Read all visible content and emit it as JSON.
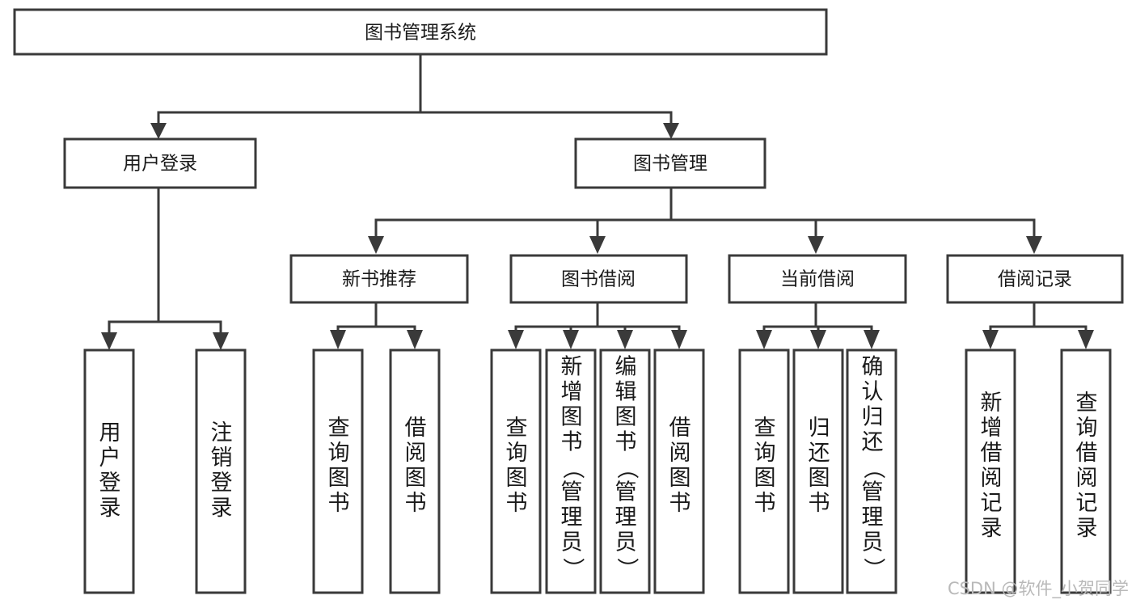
{
  "diagram": {
    "title": "图书管理系统",
    "type": "tree-hierarchy",
    "watermark": "CSDN @软件_小贺同学",
    "colors": {
      "stroke": "#3a3a3a",
      "fill": "#ffffff",
      "text": "#1a1a1a",
      "watermark": "#b9b9b9",
      "background": "#ffffff"
    },
    "root": {
      "label": "图书管理系统"
    },
    "level2": [
      {
        "label": "用户登录"
      },
      {
        "label": "图书管理"
      }
    ],
    "level3": [
      {
        "label": "新书推荐"
      },
      {
        "label": "图书借阅"
      },
      {
        "label": "当前借阅"
      },
      {
        "label": "借阅记录"
      }
    ],
    "leaves": {
      "user_login": [
        {
          "label": "用户登录"
        },
        {
          "label": "注销登录"
        }
      ],
      "new_book_recommend": [
        {
          "label": "查询图书"
        },
        {
          "label": "借阅图书"
        }
      ],
      "book_borrow": [
        {
          "label": "查询图书"
        },
        {
          "label": "新增图书（管理员）"
        },
        {
          "label": "编辑图书（管理员）"
        },
        {
          "label": "借阅图书"
        }
      ],
      "current_borrow": [
        {
          "label": "查询图书"
        },
        {
          "label": "归还图书"
        },
        {
          "label": "确认归还（管理员）"
        }
      ],
      "borrow_record": [
        {
          "label": "新增借阅记录"
        },
        {
          "label": "查询借阅记录"
        }
      ]
    }
  }
}
